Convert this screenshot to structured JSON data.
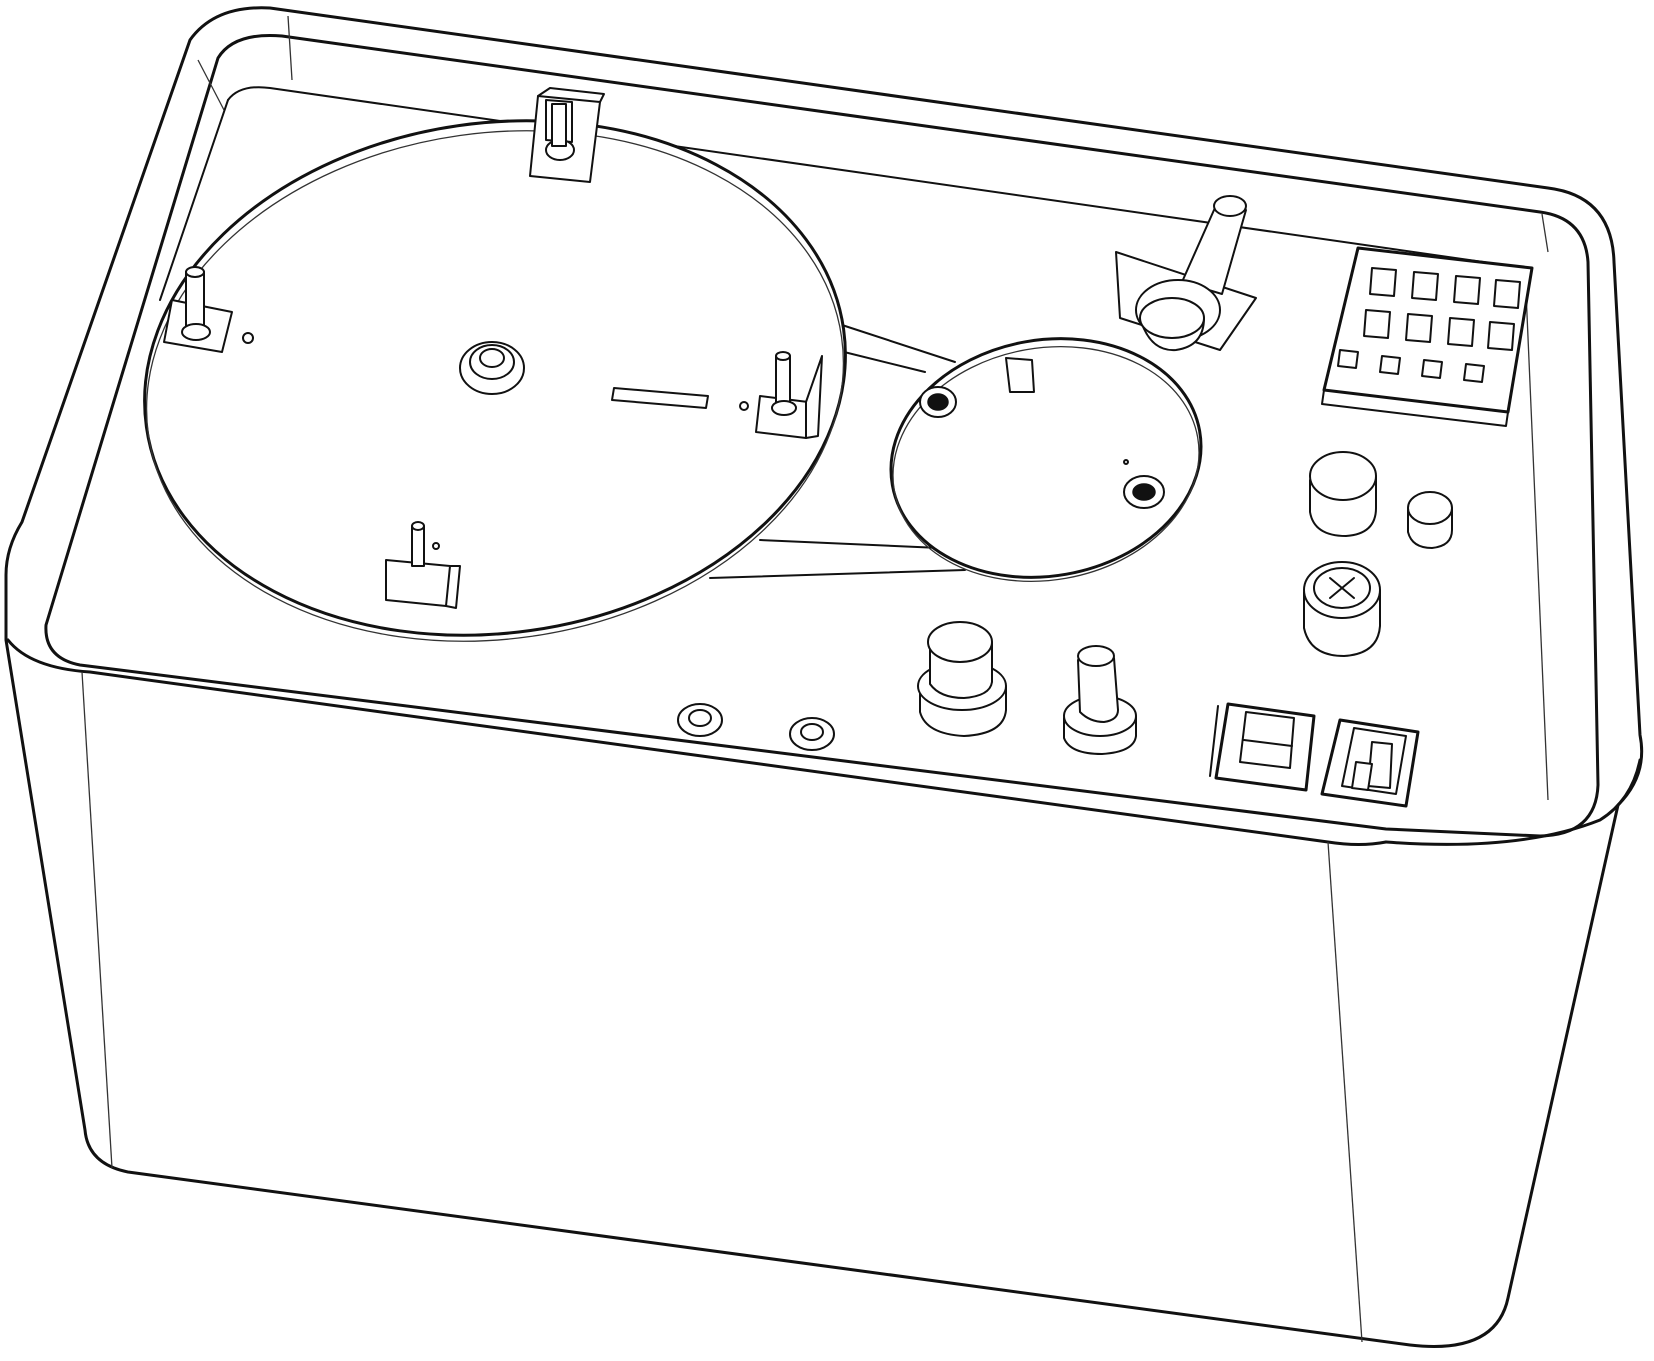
{
  "figure": {
    "subject": "line-drawing-of-apparatus-housing",
    "colors": {
      "line": "#111111",
      "background": "#ffffff"
    },
    "icons": [
      "large-turntable-disc",
      "small-disc",
      "drive-belt",
      "rod-assembly",
      "keypad",
      "knob",
      "switch"
    ]
  }
}
